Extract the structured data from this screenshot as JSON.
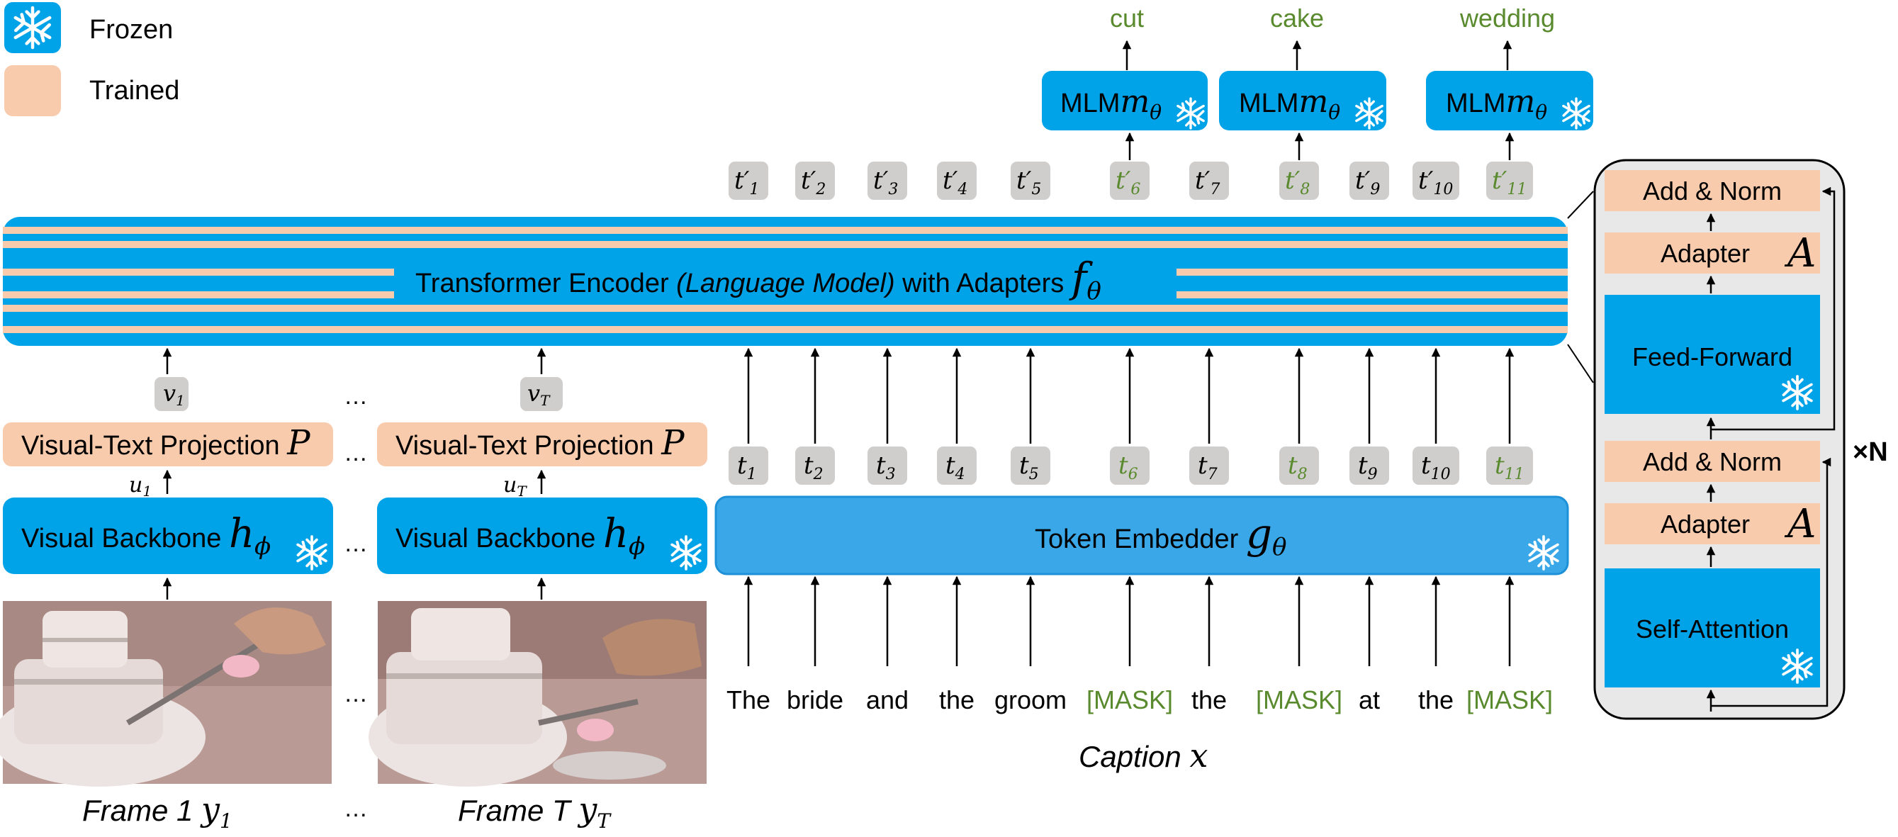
{
  "legend": {
    "frozen": "Frozen",
    "trained": "Trained"
  },
  "colors": {
    "frozen": "#00a2e8",
    "trained": "#f8cbad",
    "token_box": "#d0cecd",
    "green": "#5a8a2e",
    "panel": "#e8e8e8"
  },
  "encoder": {
    "label_a": "Transformer Encoder ",
    "label_b": "(Language Model)",
    "label_c": " with Adapters ",
    "symbol": "f",
    "sub": "θ"
  },
  "mlm": [
    {
      "text": "MLM",
      "symbol": "m",
      "sub": "θ",
      "output": "cut"
    },
    {
      "text": "MLM",
      "symbol": "m",
      "sub": "θ",
      "output": "cake"
    },
    {
      "text": "MLM",
      "symbol": "m",
      "sub": "θ",
      "output": "wedding"
    }
  ],
  "out_tokens": [
    "1",
    "2",
    "3",
    "4",
    "5",
    "6",
    "7",
    "8",
    "9",
    "10",
    "11"
  ],
  "out_token_symbol": "t′",
  "in_token_symbol": "t",
  "green_indices": [
    6,
    8,
    11
  ],
  "caption_words": [
    "The",
    "bride",
    "and",
    "the",
    "groom",
    "[MASK]",
    "the",
    "[MASK]",
    "at",
    "the",
    "[MASK]"
  ],
  "caption": {
    "label": "Caption ",
    "symbol": "x"
  },
  "token_embedder": {
    "label": "Token Embedder ",
    "symbol": "g",
    "sub": "θ"
  },
  "visual": [
    {
      "v": "v",
      "v_sub": "1",
      "u": "u",
      "u_sub": "1",
      "proj": "Visual-Text Projection ",
      "proj_sym": "P",
      "backbone": "Visual Backbone ",
      "bb_sym": "h",
      "bb_sub": "ϕ",
      "frame": "Frame 1 ",
      "frame_sym": "y",
      "frame_sub": "1"
    },
    {
      "v": "v",
      "v_sub": "T",
      "u": "u",
      "u_sub": "T",
      "proj": "Visual-Text Projection ",
      "proj_sym": "P",
      "backbone": "Visual Backbone ",
      "bb_sym": "h",
      "bb_sub": "ϕ",
      "frame": "Frame T ",
      "frame_sym": "y",
      "frame_sub": "T"
    }
  ],
  "ellipsis": "…",
  "layer_panel": {
    "add_norm_top": "Add & Norm",
    "adapter_top": "Adapter",
    "adapter_sym": "A",
    "feed_forward": "Feed-Forward",
    "add_norm_bottom": "Add & Norm",
    "adapter_bottom": "Adapter",
    "self_attention": "Self-Attention",
    "repeat": "×N"
  }
}
